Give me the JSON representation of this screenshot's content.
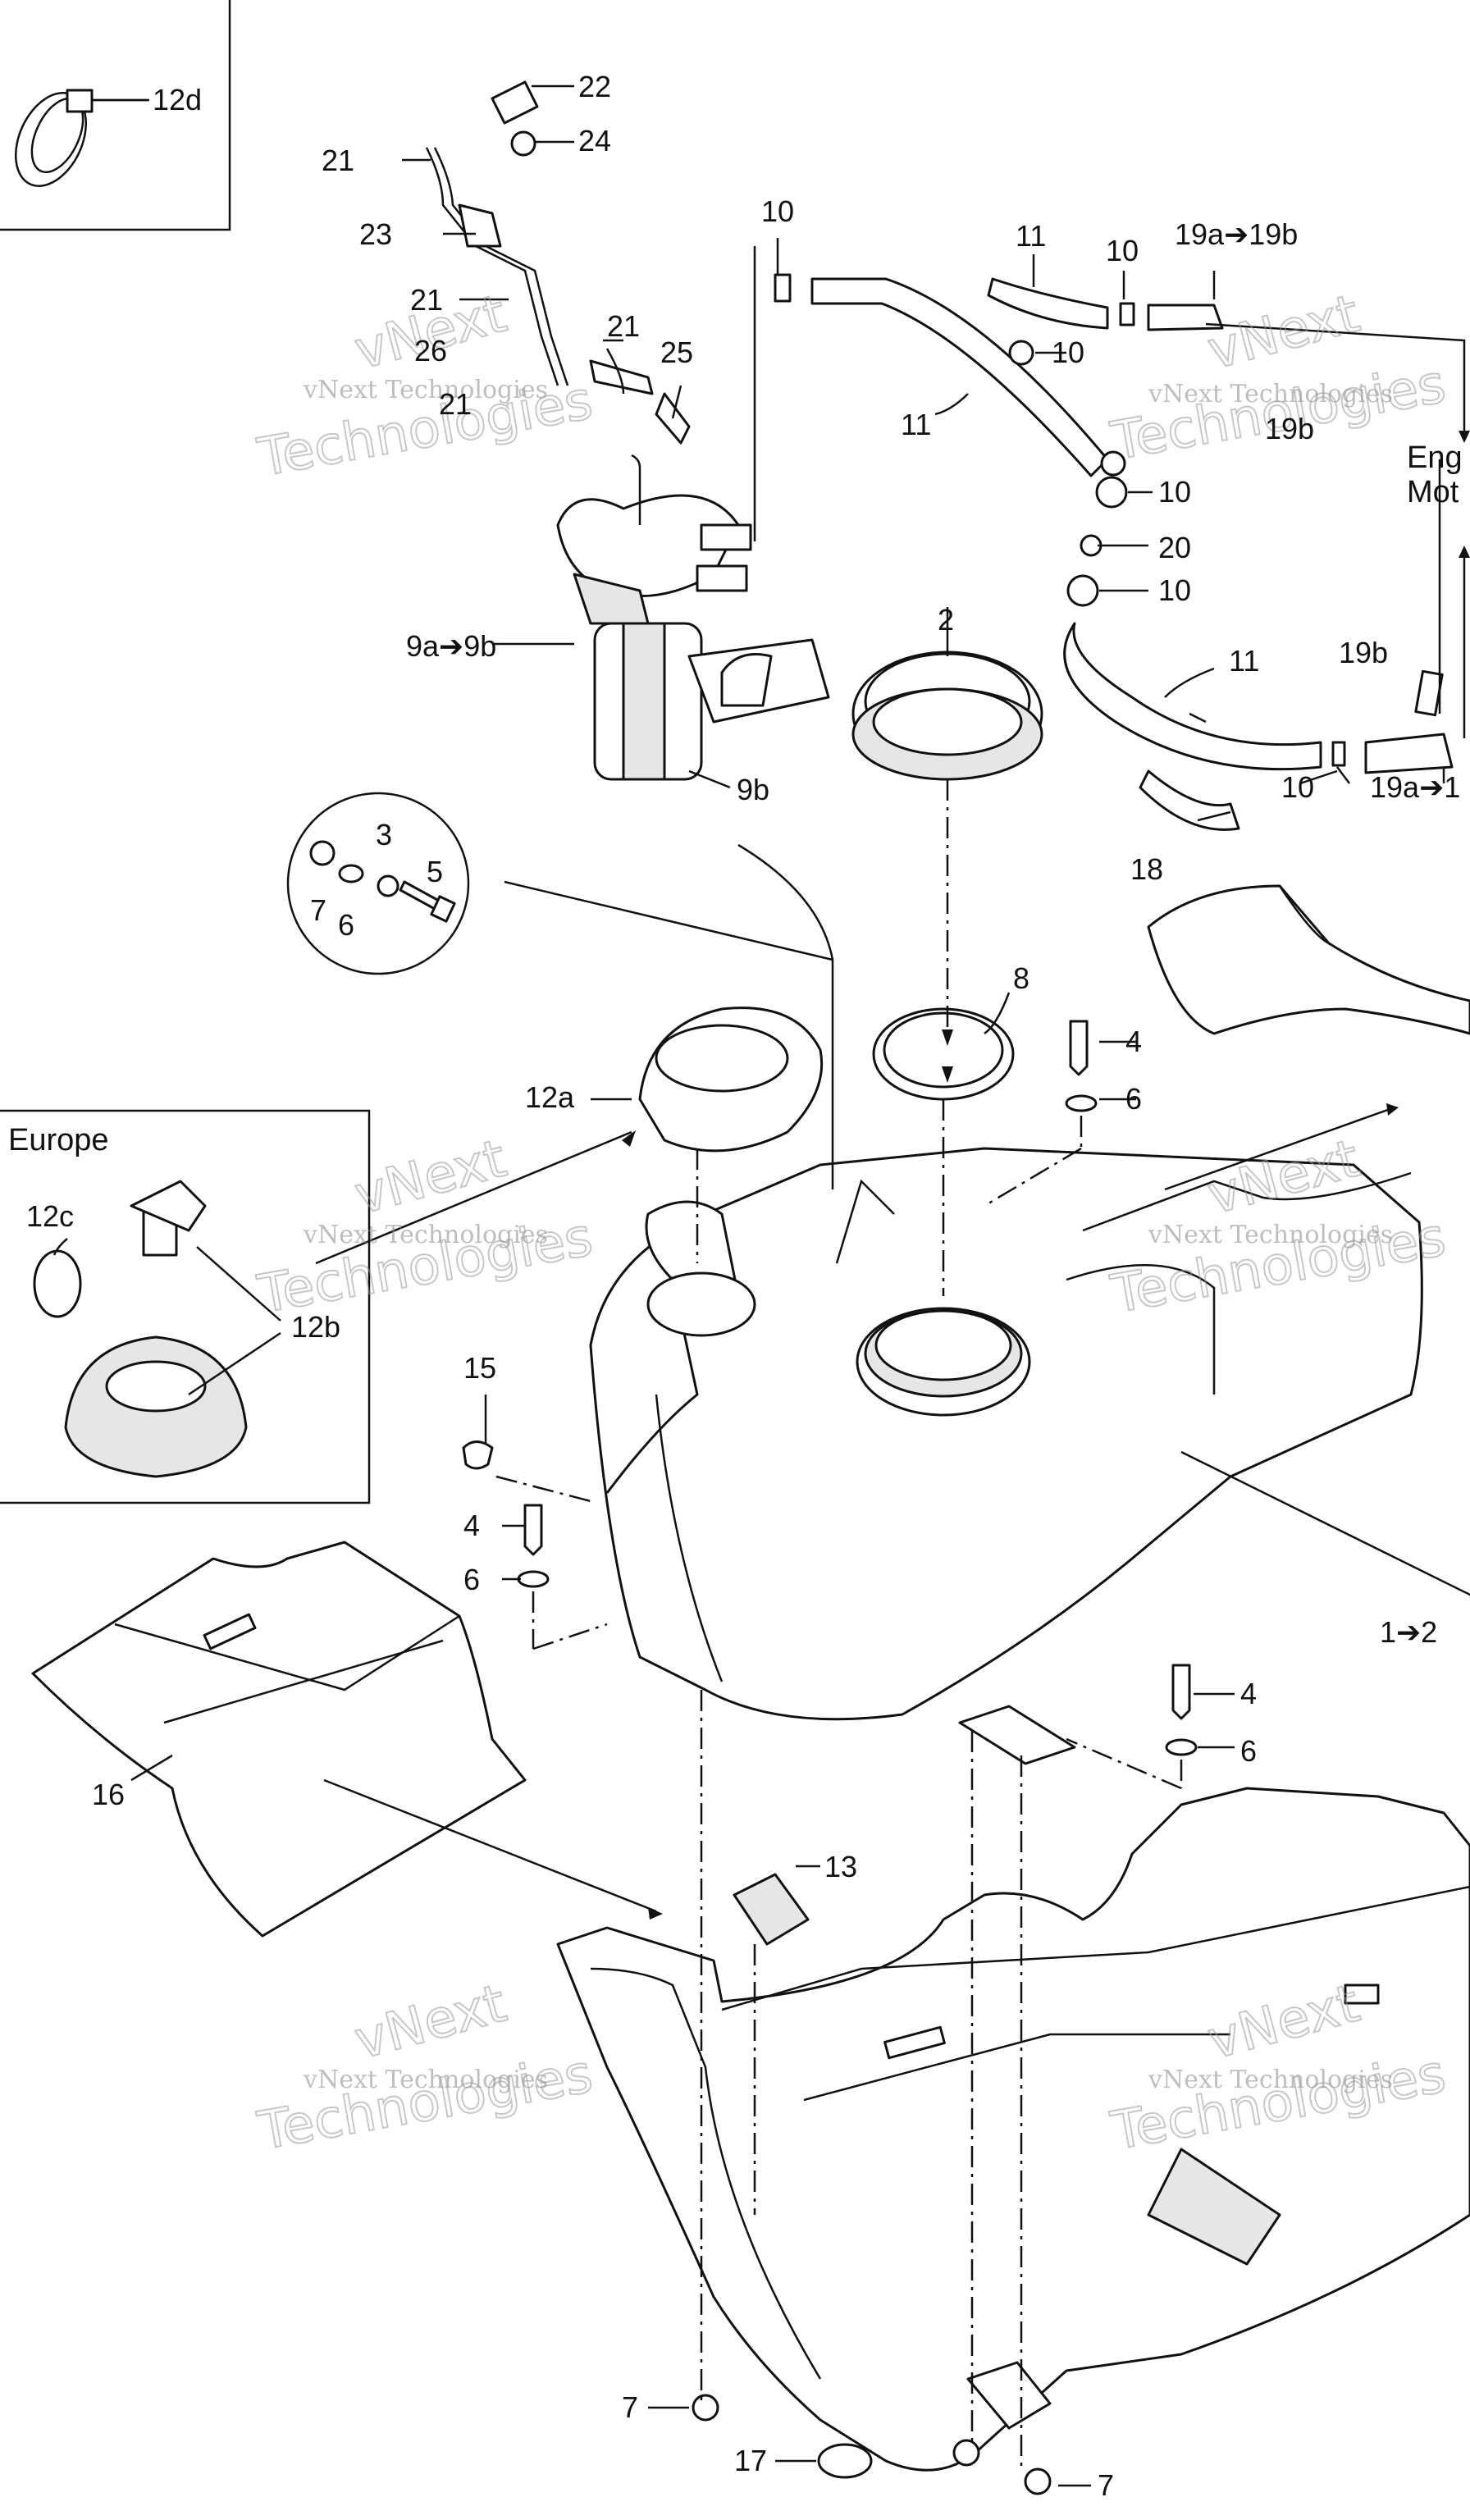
{
  "callouts": {
    "c12d": "12d",
    "c22": "22",
    "c24": "24",
    "c21a": "21",
    "c23": "23",
    "c21b": "21",
    "c21c": "21",
    "c26": "26",
    "c21d": "21",
    "c25": "25",
    "c10a": "10",
    "c11a": "11",
    "c11b": "11",
    "c10b": "10",
    "c19ab": "19a➔19b",
    "c10c": "10",
    "c19b_top": "19b",
    "c10d": "10",
    "c20": "20",
    "c10e": "10",
    "c2": "2",
    "c9ab": "9a➔9b",
    "c9b": "9b",
    "c11c": "11",
    "c19b_right": "19b",
    "c10f": "10",
    "c19a_right": "19a➔1",
    "c18": "18",
    "c3": "3",
    "c5": "5",
    "c7a": "7",
    "c6a": "6",
    "c8": "8",
    "c4a": "4",
    "c6b": "6",
    "c12a": "12a",
    "c12c": "12c",
    "c12b": "12b",
    "c15": "15",
    "c4b": "4",
    "c6c": "6",
    "c1_2": "1➔2",
    "c4c": "4",
    "c6d": "6",
    "c16": "16",
    "c13": "13",
    "c7b": "7",
    "c17": "17",
    "c7c": "7"
  },
  "labels": {
    "europe": "Europe",
    "engine_line1": "Eng",
    "engine_line2": "Mot"
  },
  "watermark": {
    "line1": "vNext Technologies",
    "line2": "vNext",
    "line3": "Technologies"
  }
}
